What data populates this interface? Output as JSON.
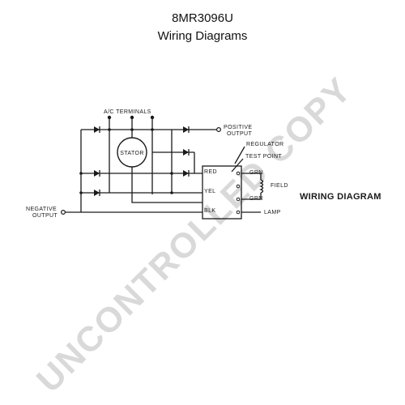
{
  "header": {
    "part_number": "8MR3096U",
    "subtitle": "Wiring Diagrams"
  },
  "diagram": {
    "ac_terminals": "A/C TERMINALS",
    "positive_output_line1": "POSITIVE",
    "positive_output_line2": "OUTPUT",
    "negative_output_line1": "NEGATIVE",
    "negative_output_line2": "OUTPUT",
    "stator": "STATOR",
    "regulator": "REGULATOR",
    "test_point": "TEST POINT",
    "red": "RED",
    "yel": "YEL",
    "blk": "BLK",
    "grn_top": "GRN",
    "field": "FIELD",
    "grn_bottom": "GRN",
    "lamp": "LAMP",
    "wiring_diagram": "WIRING DIAGRAM"
  },
  "watermark": {
    "text": "UNCONTROLLED COPY",
    "color": "#d9d9d9"
  }
}
